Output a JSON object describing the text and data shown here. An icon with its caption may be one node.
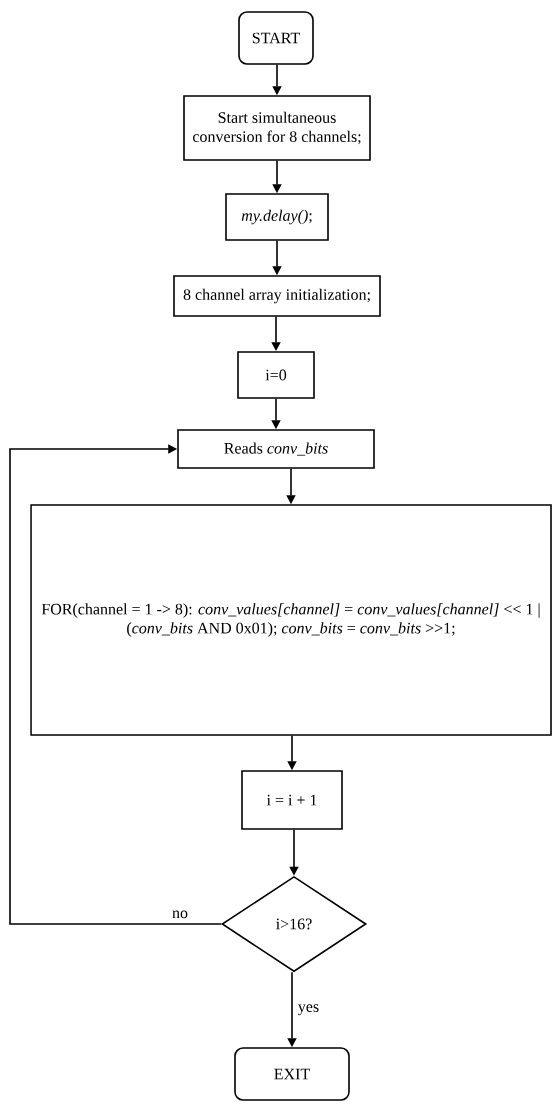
{
  "diagram": {
    "nodes": [
      {
        "text": [
          "START"
        ]
      },
      {
        "text": [
          "Start simultaneous conversion for 8 channels;"
        ]
      },
      {
        "text": [
          "*my.delay()*;"
        ]
      },
      {
        "text": [
          "8 channel array initialization;"
        ]
      },
      {
        "text": [
          "i=0"
        ]
      },
      {
        "text": [
          "Reads *conv_bits*"
        ]
      },
      {
        "text": [
          "FOR(channel = 1 -> 8): *conv_values[channel]* = *conv_values[channel]* << 1 | (*conv_bits* AND 0x01); *conv_bits* = *conv_bits* >>1;"
        ]
      },
      {
        "text": [
          "i = i + 1"
        ]
      },
      {
        "text": [
          "i>16?"
        ]
      },
      {
        "text": [
          "EXIT"
        ]
      }
    ],
    "edges": [
      {
        "from": 0,
        "to": 1,
        "arrow": "to"
      },
      {
        "from": 1,
        "to": 2,
        "arrow": "to"
      },
      {
        "from": 2,
        "to": 3,
        "arrow": "to"
      },
      {
        "from": 3,
        "to": 4,
        "arrow": "to"
      },
      {
        "from": 4,
        "to": 5,
        "arrow": "to"
      },
      {
        "from": 5,
        "to": 6,
        "arrow": "to"
      },
      {
        "from": 6,
        "to": 7,
        "arrow": "to"
      },
      {
        "from": 7,
        "to": 8,
        "arrow": "to"
      },
      {
        "from": 8,
        "to": 5,
        "arrow": "to",
        "label": "no"
      },
      {
        "from": 8,
        "to": 9,
        "arrow": "to",
        "label": "yes"
      }
    ]
  }
}
